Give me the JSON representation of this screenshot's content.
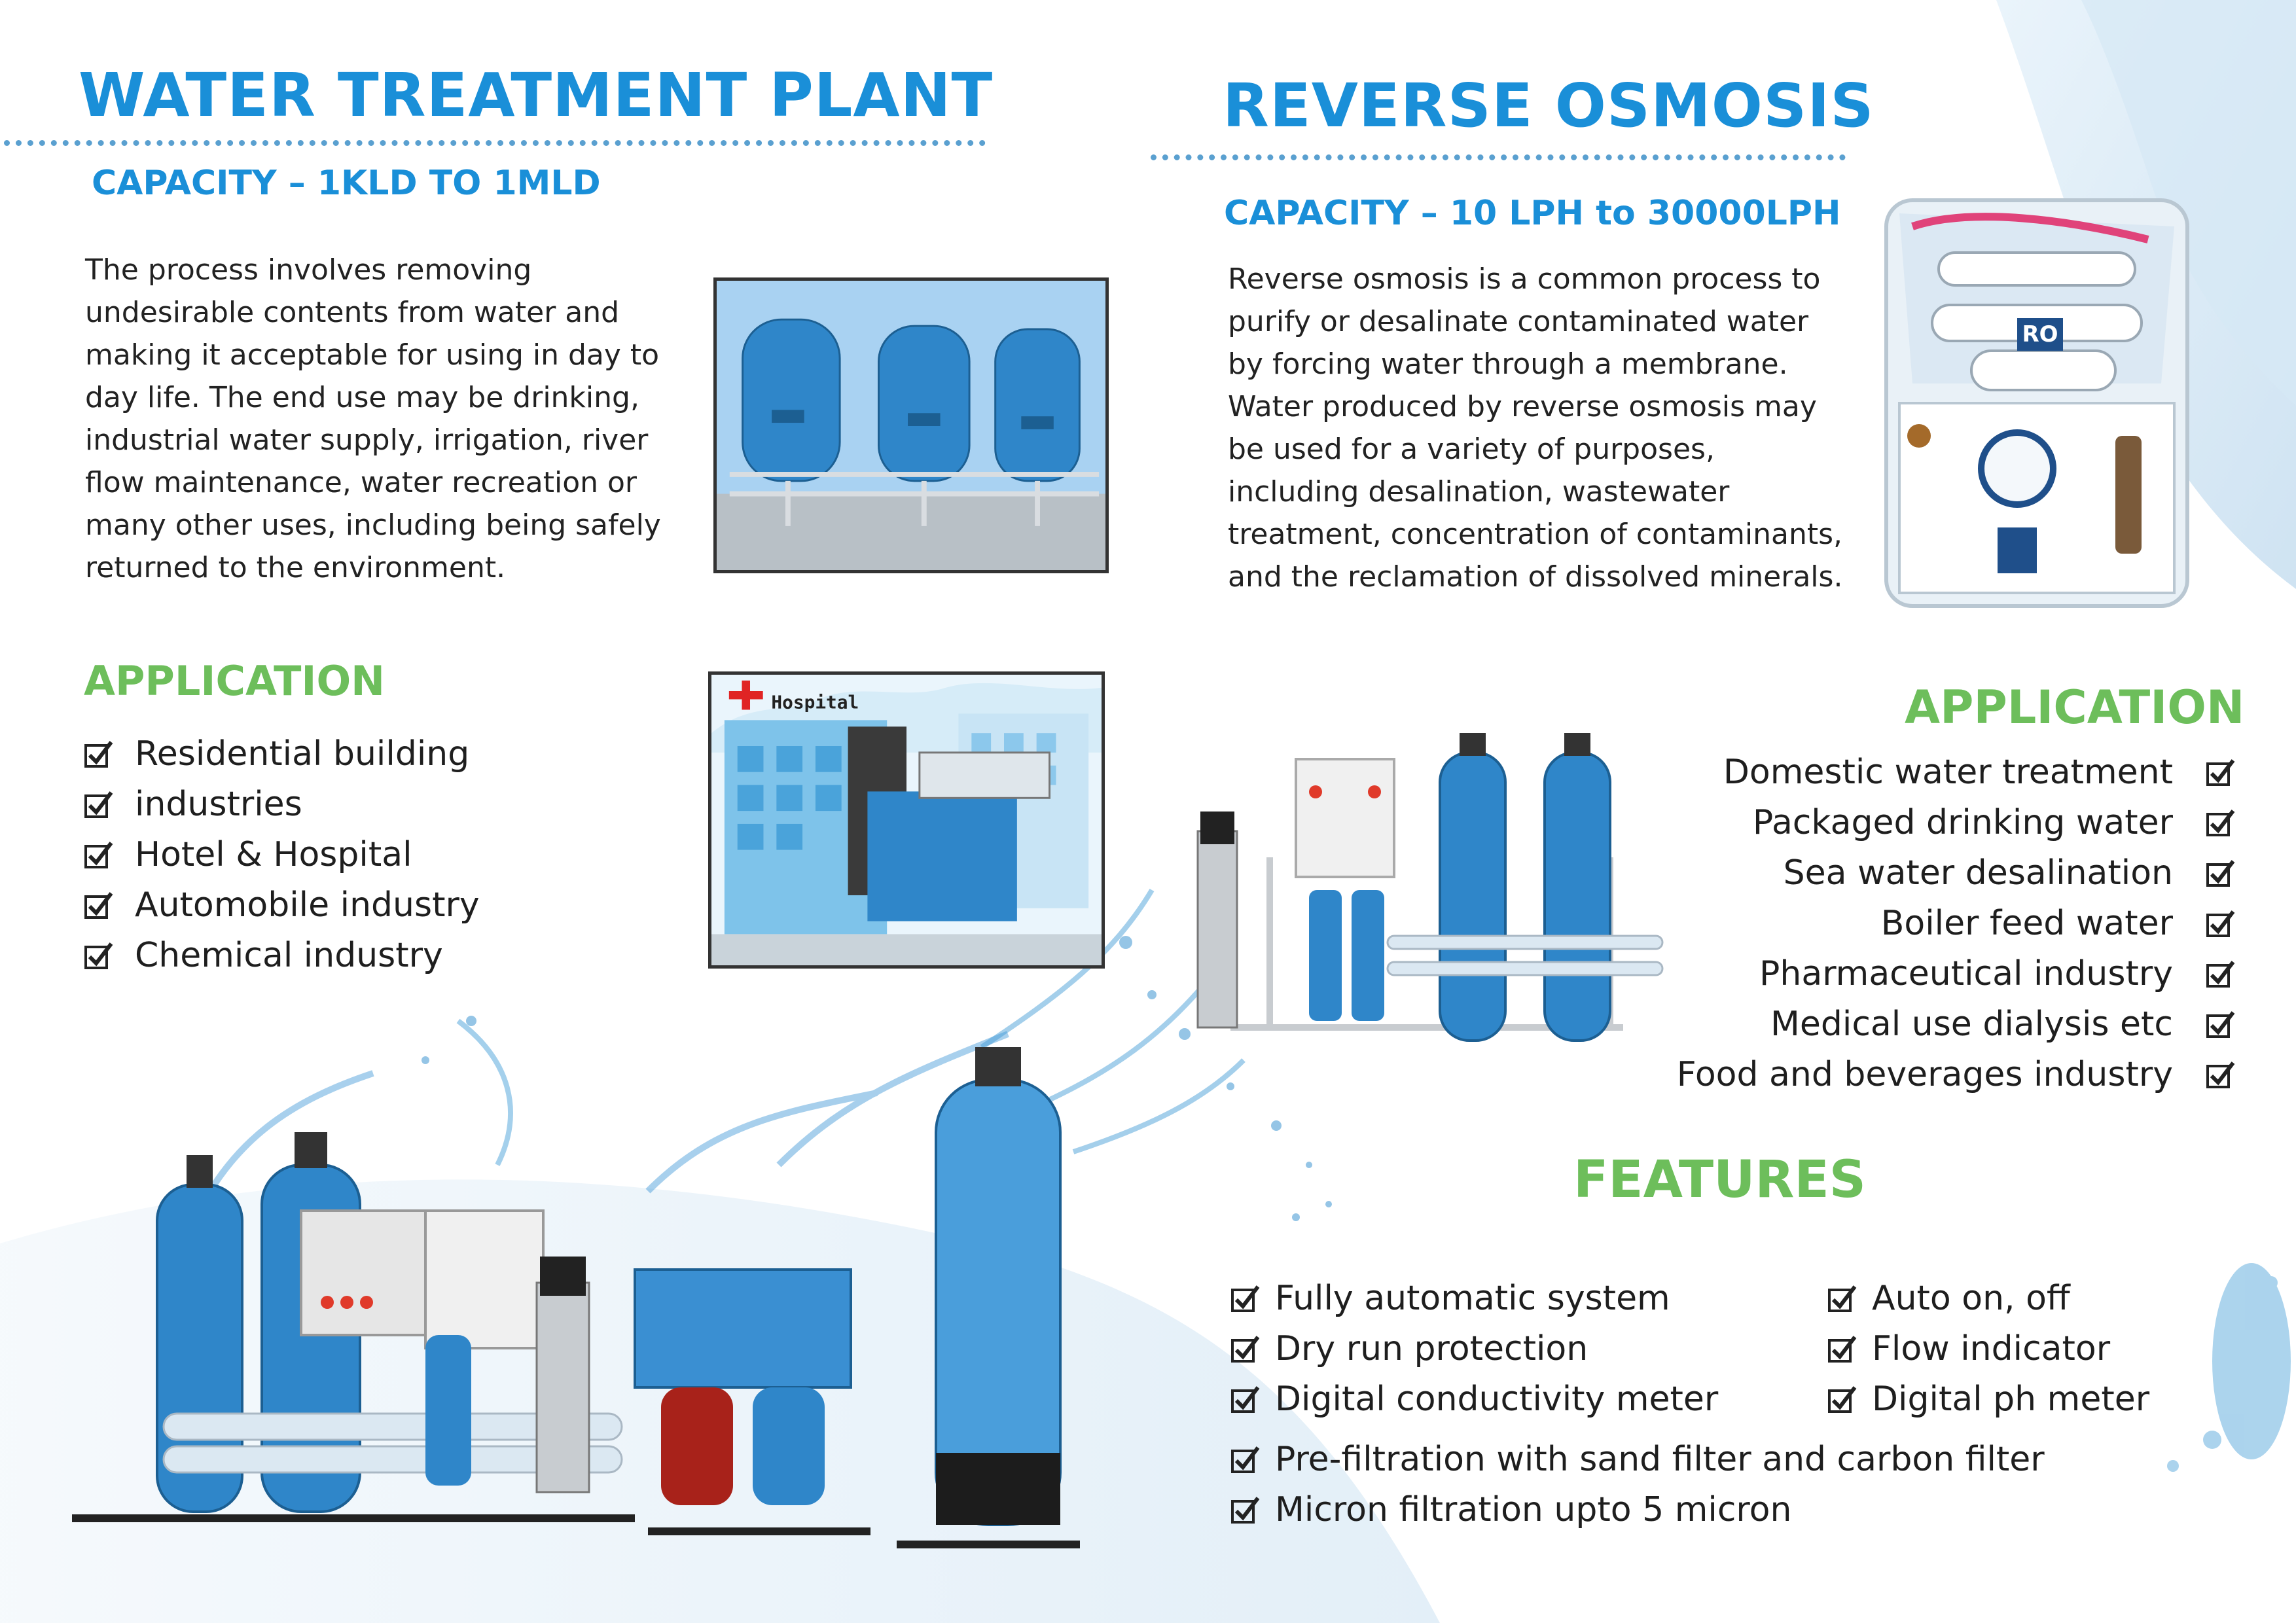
{
  "left": {
    "title": "WATER TREATMENT PLANT",
    "capacity": "CAPACITY – 1KLD TO 1MLD",
    "description": "The process involves removing undesirable contents from water and making it acceptable for using in day to day life. The end use may be drinking, industrial water supply, irrigation, river flow maintenance, water recreation or many other uses, including being safely returned to the environment.",
    "application_heading": "APPLICATION",
    "applications": [
      "Residential building",
      "industries",
      "Hotel & Hospital",
      "Automobile industry",
      "Chemical industry"
    ],
    "hospital_sign": "Hospital"
  },
  "right": {
    "title": "REVERSE OSMOSIS",
    "capacity": "CAPACITY – 10 LPH to 30000LPH",
    "description": "Reverse osmosis is a common process to purify or desalinate contaminated water by forcing water through a membrane. Water produced by reverse osmosis may be used for a variety of purposes, including desalination, wastewater treatment, concentration of contaminants, and the reclamation of dissolved minerals.",
    "application_heading": "APPLICATION",
    "applications": [
      "Domestic water treatment",
      "Packaged drinking water",
      "Sea water desalination",
      "Boiler feed water",
      "Pharmaceutical industry",
      "Medical use dialysis etc",
      "Food and beverages industry"
    ],
    "features_heading": "FEATURES",
    "features_col1": [
      "Fully automatic system",
      "Dry run protection",
      "Digital conductivity meter"
    ],
    "features_col2": [
      "Auto on, off",
      "Flow indicator",
      "Digital ph meter"
    ],
    "features_wide": [
      "Pre-filtration with sand filter and carbon filter",
      "Micron filtration upto 5 micron"
    ],
    "purifier_label": "RO"
  },
  "colors": {
    "title_blue": "#1a8fd8",
    "heading_green": "#6dbe5b",
    "tank_blue": "#2f86c9"
  },
  "icons": {
    "checkbox": "checked-box-icon"
  }
}
